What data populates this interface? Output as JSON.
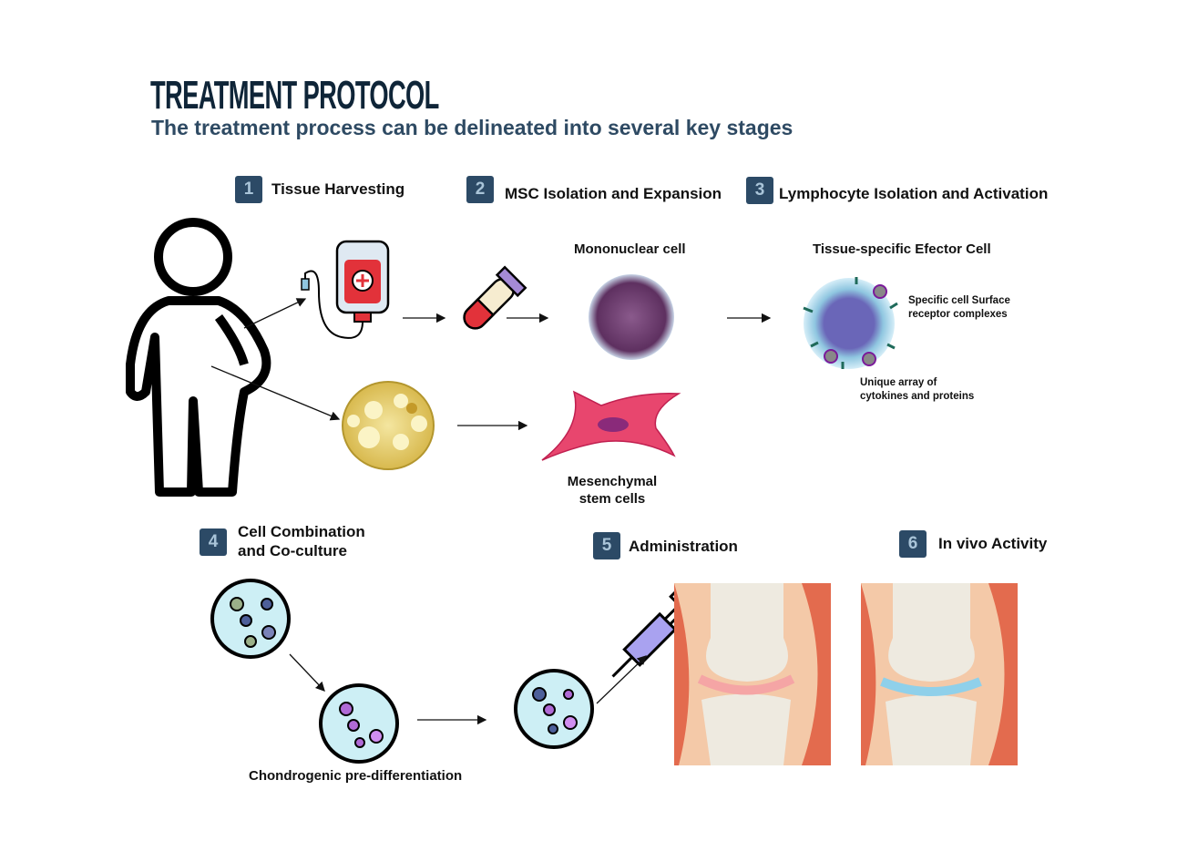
{
  "header": {
    "title": "TREATMENT PROTOCOL",
    "subtitle": "The treatment process can be delineated into several key stages"
  },
  "steps": [
    {
      "number": "1",
      "label": "Tissue Harvesting"
    },
    {
      "number": "2",
      "label": "MSC Isolation and Expansion"
    },
    {
      "number": "3",
      "label": "Lymphocyte Isolation and Activation"
    },
    {
      "number": "4",
      "label_line1": "Cell Combination",
      "label_line2": "and Co-culture"
    },
    {
      "number": "5",
      "label": "Administration"
    },
    {
      "number": "6",
      "label": "In vivo Activity"
    }
  ],
  "labels": {
    "mononuclear": "Mononuclear cell",
    "effector": "Tissue-specific Efector Cell",
    "receptor_line1": "Specific cell Surface",
    "receptor_line2": "receptor complexes",
    "cytokine_line1": "Unique array of",
    "cytokine_line2": "cytokines and proteins",
    "msc_line1": "Mesenchymal",
    "msc_line2": "stem cells",
    "chondro": "Chondrogenic pre-differentiation"
  },
  "colors": {
    "badge": "#2c4a66",
    "badge_text": "#a9c4d8",
    "title": "#0f2538",
    "subtitle": "#2e4a63"
  }
}
